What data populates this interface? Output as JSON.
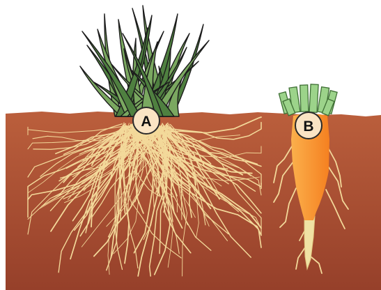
{
  "diagram": {
    "colors": {
      "sky": "#ffffff",
      "soil_top": "#bb5f3c",
      "soil_bottom": "#96402a",
      "fibrous_root": "#f3d99a",
      "grass_light": "#7aa860",
      "grass_dark": "#4f8040",
      "outline": "#1c1c1c",
      "carrot_light": "#fbb04c",
      "carrot_dark": "#f58020",
      "carrot_taper": "#f0e2a4",
      "carrot_leaves": "#9cd38a",
      "marker_fill": "#fae4c4"
    },
    "plants": [
      {
        "id": "fibrous-root-plant",
        "marker": {
          "label": "A"
        }
      },
      {
        "id": "taproot-plant",
        "marker": {
          "label": "B"
        }
      }
    ]
  }
}
